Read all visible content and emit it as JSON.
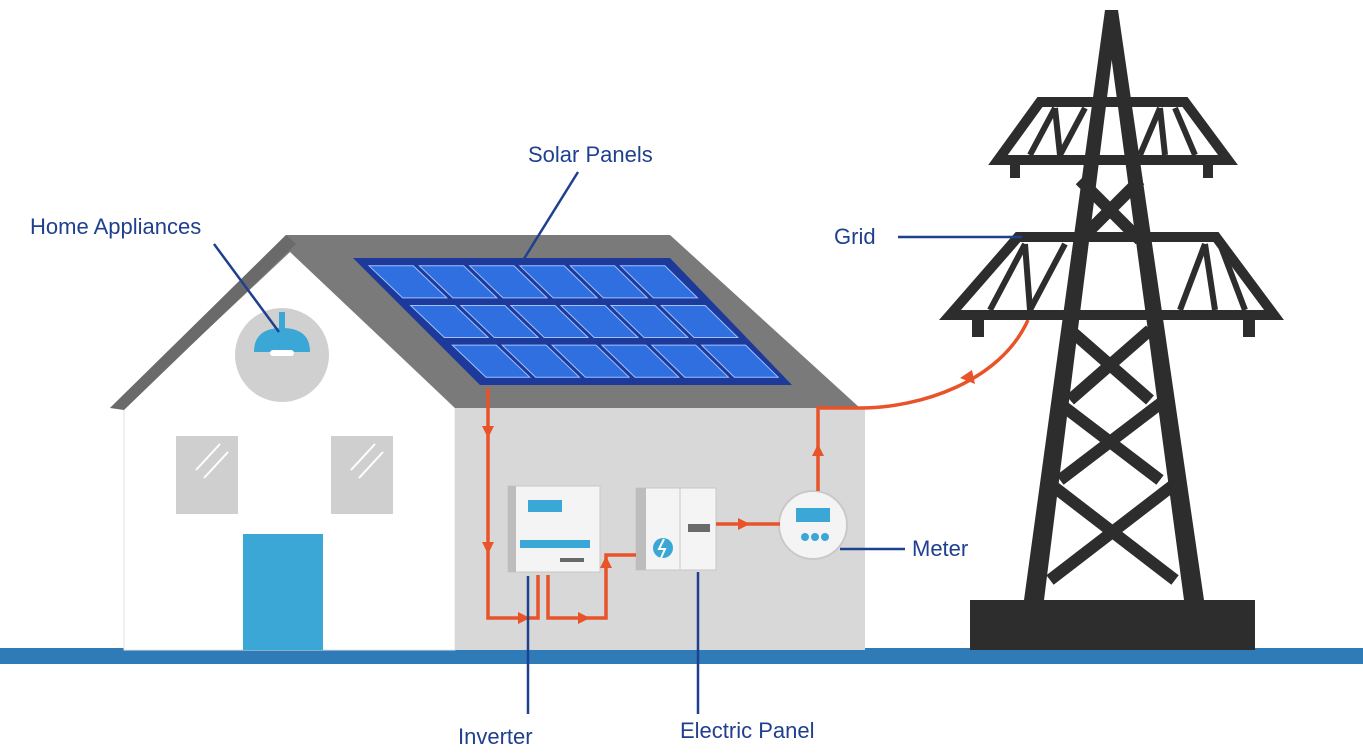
{
  "labels": {
    "solar_panels": "Solar Panels",
    "home_appliances": "Home Appliances",
    "grid": "Grid",
    "meter": "Meter",
    "inverter": "Inverter",
    "electric_panel": "Electric Panel"
  },
  "colors": {
    "label_text": "#1f3f8f",
    "leader_line": "#1f3f8f",
    "flow_arrow": "#e8532a",
    "roof": "#7c7c7c",
    "house_front": "#ffffff",
    "house_side": "#d9d9d9",
    "window": "#cfcfcf",
    "door": "#3aa7d6",
    "lamp": "#3aa7d6",
    "solar_cell": "#2f6fe0",
    "solar_frame": "#1d3a9a",
    "tower": "#2d2d2d",
    "ground": "#2f7bb8"
  }
}
